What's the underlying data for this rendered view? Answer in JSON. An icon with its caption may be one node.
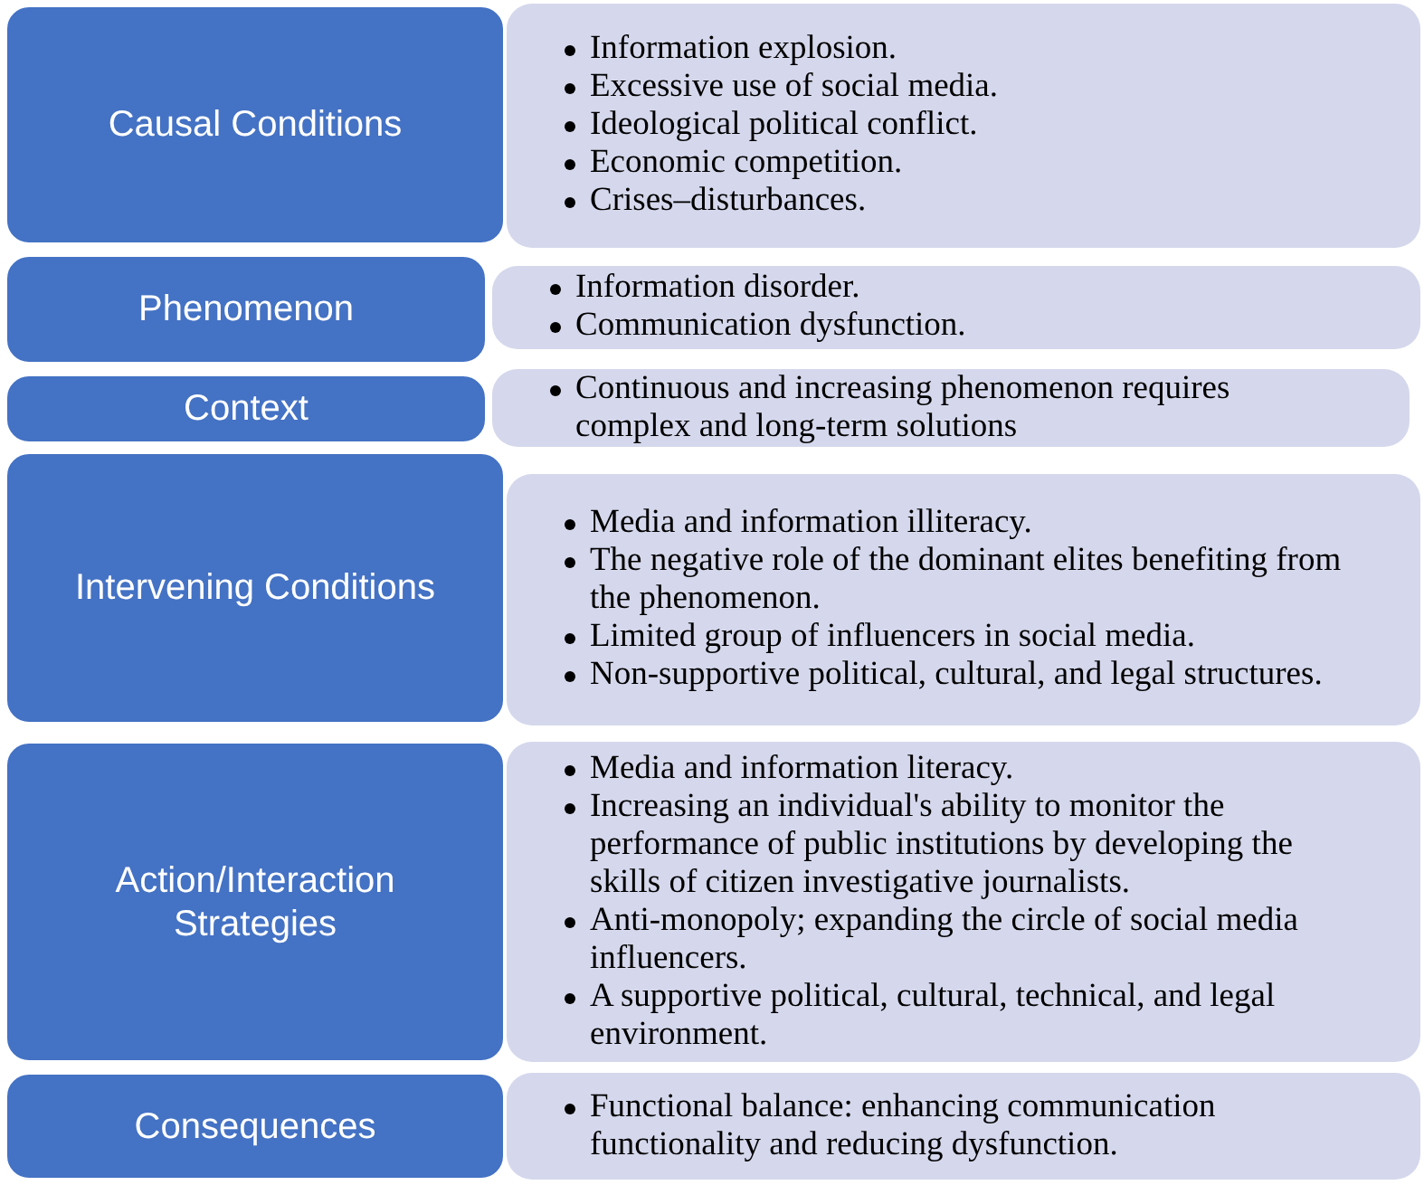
{
  "diagram": {
    "nodes": [
      {
        "text": [
          "Causal Conditions"
        ]
      },
      {
        "text": [
          "Information explosion.",
          "Excessive use of social media.",
          "Ideological political conflict.",
          "Economic competition.",
          "Crises–disturbances."
        ]
      },
      {
        "text": [
          "Phenomenon"
        ]
      },
      {
        "text": [
          "Information disorder.",
          "Communication dysfunction."
        ]
      },
      {
        "text": [
          "Context"
        ]
      },
      {
        "text": [
          "Continuous and increasing phenomenon requires complex and long-term solutions"
        ]
      },
      {
        "text": [
          "Intervening Conditions"
        ]
      },
      {
        "text": [
          "Media and information illiteracy.",
          "The negative role of the dominant elites benefiting from the phenomenon.",
          "Limited group of influencers in social media.",
          "Non-supportive political, cultural, and legal structures."
        ]
      },
      {
        "text": [
          "Action/Interaction Strategies"
        ]
      },
      {
        "text": [
          "Media and information literacy.",
          "Increasing an individual's ability to monitor the performance of public institutions by developing the skills of citizen investigative journalists.",
          "Anti-monopoly; expanding the circle of social media influencers.",
          "A supportive political, cultural, technical, and legal environment."
        ]
      },
      {
        "text": [
          "Consequences"
        ]
      },
      {
        "text": [
          "Functional balance: enhancing communication functionality and reducing dysfunction."
        ]
      }
    ],
    "edges": []
  }
}
